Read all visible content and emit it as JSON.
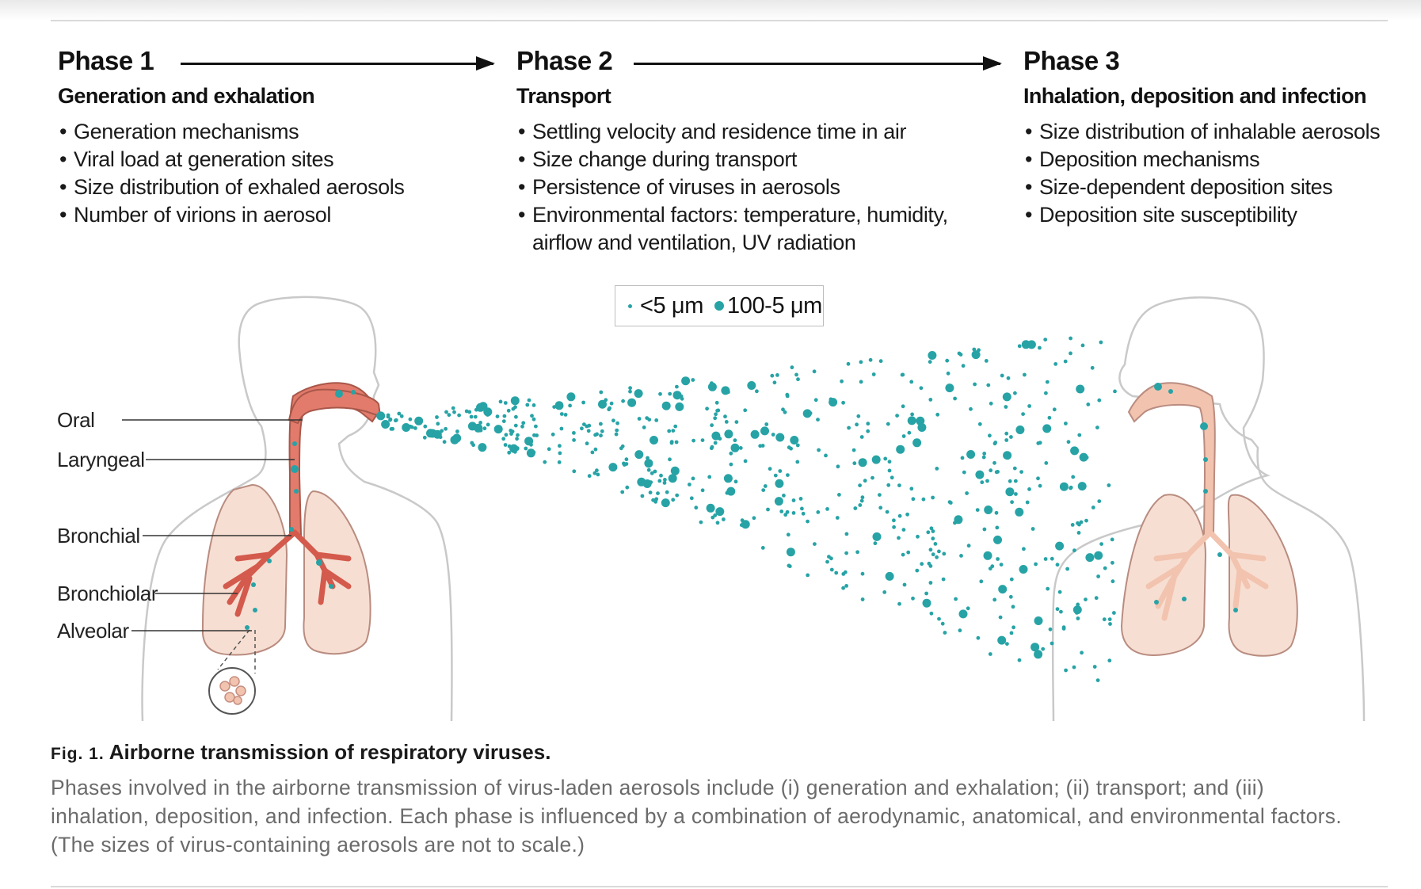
{
  "phases": [
    {
      "heading": "Phase 1",
      "subheading": "Generation and exhalation",
      "bullets": [
        "Generation mechanisms",
        "Viral load at generation sites",
        "Size distribution of exhaled aerosols",
        "Number of virions in aerosol"
      ]
    },
    {
      "heading": "Phase 2",
      "subheading": "Transport",
      "bullets": [
        "Settling velocity and residence time in air",
        "Size change during transport",
        "Persistence of viruses in aerosols",
        "Environmental factors: temperature, humidity, airflow and ventilation, UV radiation"
      ]
    },
    {
      "heading": "Phase 3",
      "subheading": "Inhalation, deposition and infection",
      "bullets": [
        "Size distribution of inhalable aerosols",
        "Deposition mechanisms",
        "Size-dependent deposition sites",
        "Deposition site susceptibility"
      ]
    }
  ],
  "legend": {
    "small_label": "<5 μm",
    "large_label": "100-5 μm"
  },
  "generation_sites": [
    "Oral",
    "Laryngeal",
    "Bronchial",
    "Bronchiolar",
    "Alveolar"
  ],
  "caption": {
    "fig_label": "Fig. 1.",
    "title": "Airborne transmission of respiratory viruses.",
    "body": "Phases involved in the airborne transmission of virus-laden aerosols include (i) generation and exhalation; (ii) transport; and (iii) inhalation, deposition, and infection. Each phase is influenced by a combination of aerodynamic, anatomical, and environmental factors. (The sizes of virus-containing aerosols are not to scale.)"
  },
  "colors": {
    "aerosol": "#27a3a6",
    "airway_infected": "#e27b6b",
    "airway_clean": "#f2c3ae",
    "lung": "#f7ded2",
    "body_outline": "#c9c9c9"
  }
}
